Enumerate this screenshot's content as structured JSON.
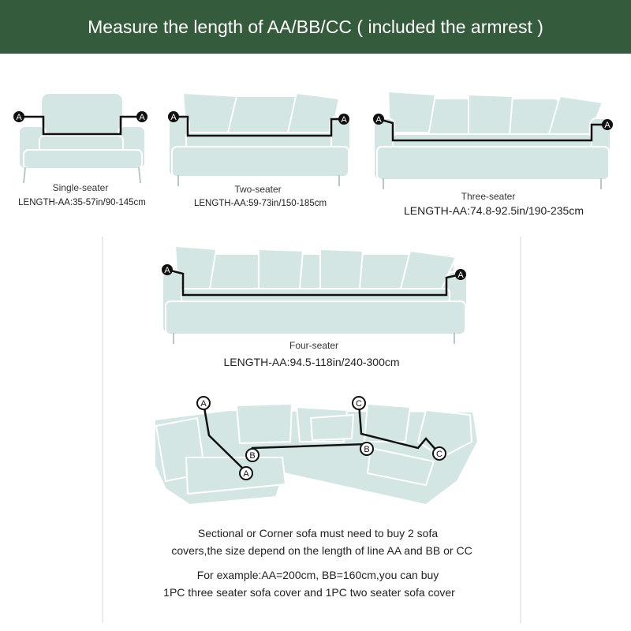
{
  "header": {
    "title": "Measure the length of AA/BB/CC ( included the armrest )"
  },
  "colors": {
    "banner": "#345b3c",
    "sofa": "#d4e6e3",
    "sofa_edge": "#ffffff",
    "line": "#111111"
  },
  "sofas": {
    "single": {
      "name": "Single-seater",
      "length": "LENGTH-AA:35-57in/90-145cm"
    },
    "two": {
      "name": "Two-seater",
      "length": "LENGTH-AA:59-73in/150-185cm"
    },
    "three": {
      "name": "Three-seater",
      "length": "LENGTH-AA:74.8-92.5in/190-235cm"
    },
    "four": {
      "name": "Four-seater",
      "length": "LENGTH-AA:94.5-118in/240-300cm"
    }
  },
  "markers": {
    "a": "A",
    "b": "B",
    "c": "C"
  },
  "notes": {
    "sectional_line1": "Sectional or Corner sofa must need to buy 2 sofa",
    "sectional_line2": "covers,the size depend on the length of line AA and BB or CC",
    "example_line1": "For example:AA=200cm, BB=160cm,you can buy",
    "example_line2": "1PC three seater sofa cover and 1PC two seater sofa cover"
  }
}
